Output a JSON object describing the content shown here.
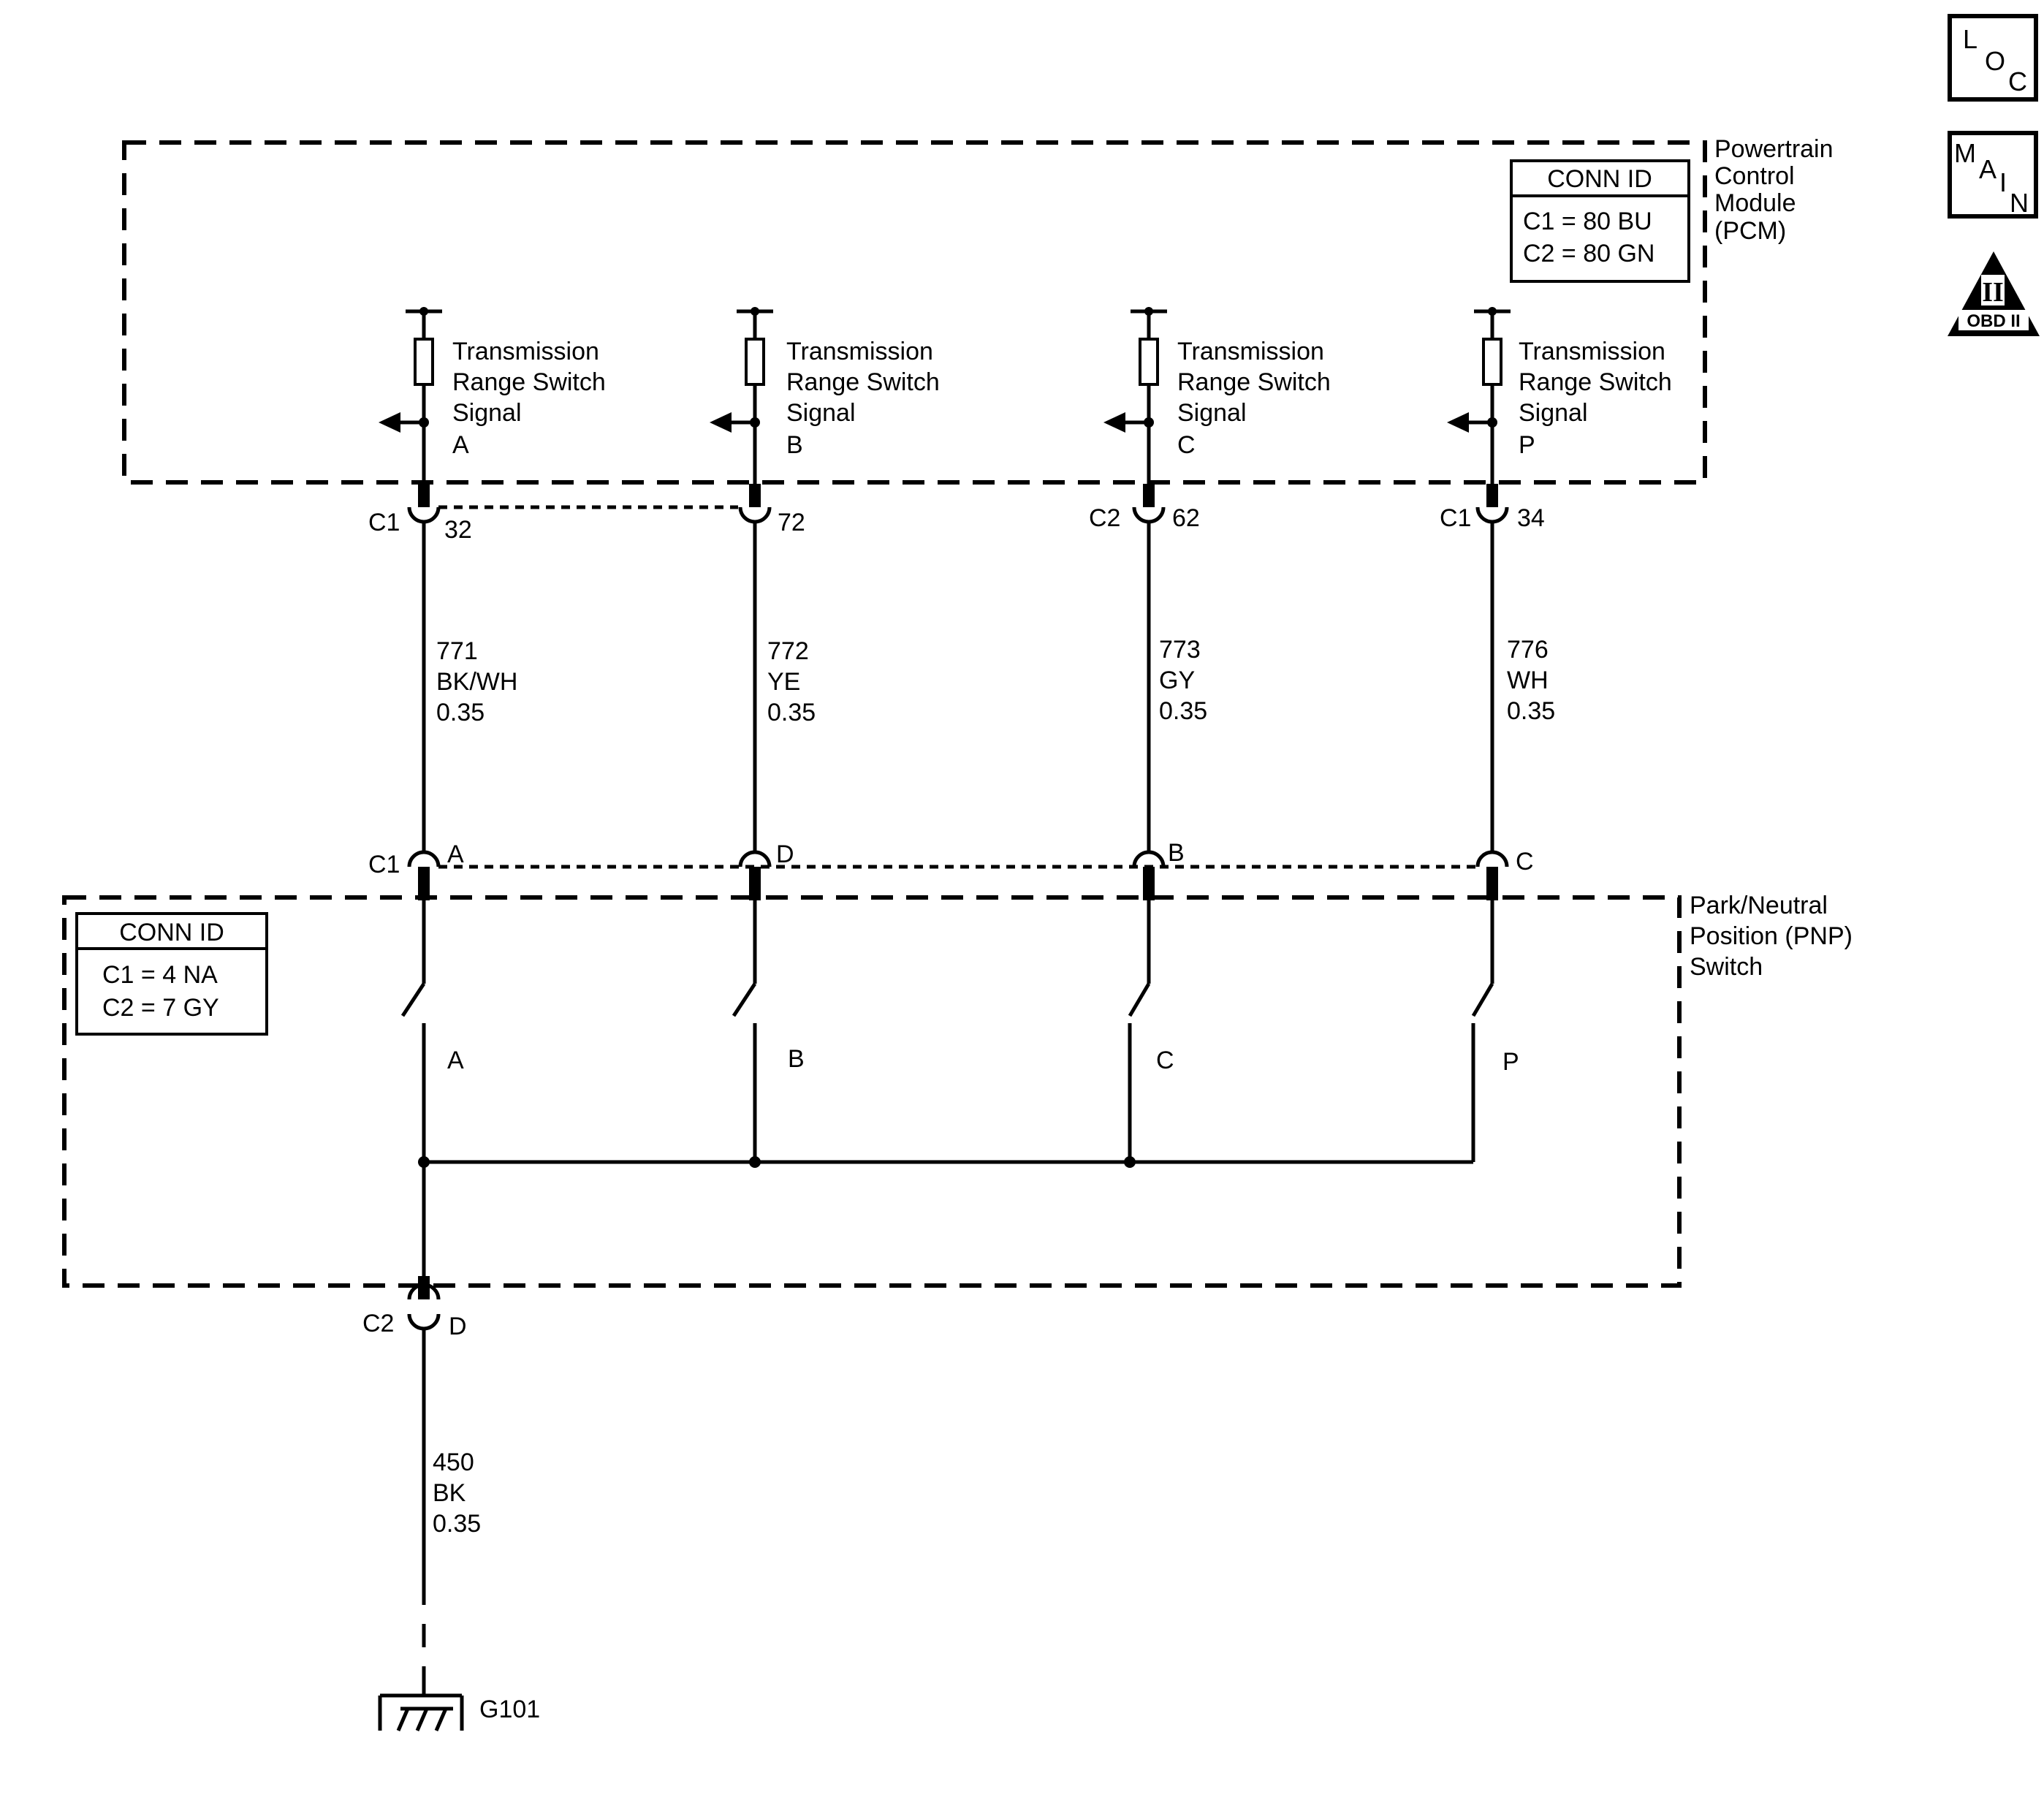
{
  "nav": {
    "loc": [
      "L",
      "O",
      "C"
    ],
    "main": [
      "M",
      "A",
      "I",
      "N"
    ],
    "obd_numeral": "II",
    "obd_label": "OBD II"
  },
  "pcm": {
    "name_lines": [
      "Powertrain",
      "Control",
      "Module",
      "(PCM)"
    ],
    "conn_title": "CONN ID",
    "conn_rows": [
      "C1  =  80 BU",
      "C2  =  80 GN"
    ]
  },
  "pnp": {
    "name_lines": [
      "Park/Neutral",
      "Position (PNP)",
      "Switch"
    ],
    "conn_title": "CONN ID",
    "conn_rows": [
      "C1  =  4 NA",
      "C2  =  7 GY"
    ]
  },
  "circuits": [
    {
      "signal_lines": [
        "Transmission",
        "Range Switch",
        "Signal"
      ],
      "signal_letter": "A",
      "pcm_conn": "C1",
      "pcm_pin": "32",
      "circuit": "771",
      "color": "BK/WH",
      "gauge": "0.35",
      "pnp_pin": "A",
      "switch_label": "A"
    },
    {
      "signal_lines": [
        "Transmission",
        "Range Switch",
        "Signal"
      ],
      "signal_letter": "B",
      "pcm_conn": "",
      "pcm_pin": "72",
      "circuit": "772",
      "color": "YE",
      "gauge": "0.35",
      "pnp_pin": "D",
      "switch_label": "B"
    },
    {
      "signal_lines": [
        "Transmission",
        "Range Switch",
        "Signal"
      ],
      "signal_letter": "C",
      "pcm_conn": "C2",
      "pcm_pin": "62",
      "circuit": "773",
      "color": "GY",
      "gauge": "0.35",
      "pnp_pin": "B",
      "switch_label": "C"
    },
    {
      "signal_lines": [
        "Transmission",
        "Range Switch",
        "Signal"
      ],
      "signal_letter": "P",
      "pcm_conn": "C1",
      "pcm_pin": "34",
      "circuit": "776",
      "color": "WH",
      "gauge": "0.35",
      "pnp_pin": "C",
      "switch_label": "P"
    }
  ],
  "pnp_c1_label": "C1",
  "ground": {
    "conn": "C2",
    "pin": "D",
    "circuit": "450",
    "color": "BK",
    "gauge": "0.35",
    "label": "G101"
  }
}
